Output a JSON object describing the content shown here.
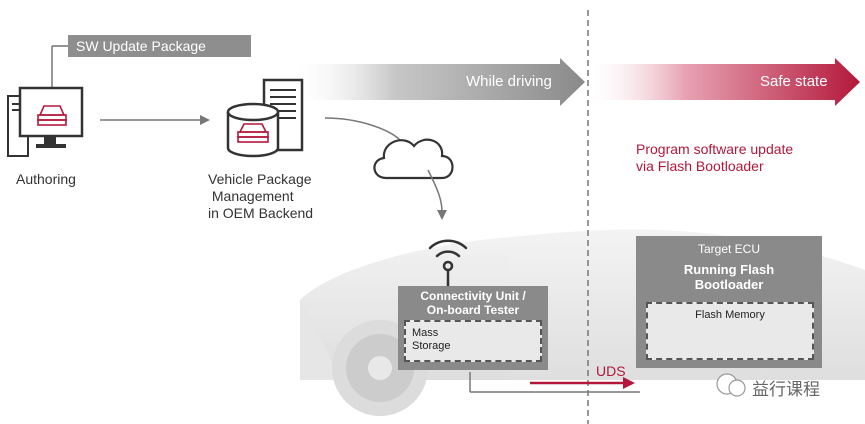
{
  "package_label": "SW Update Package",
  "authoring_label": "Authoring",
  "backend_label": "Vehicle Package\n Management\nin OEM Backend",
  "while_driving": "While driving",
  "safe_state": "Safe state",
  "program_text": "Program software update\nvia Flash Bootloader",
  "connectivity_title": "Connectivity Unit /\nOn-board Tester",
  "mass_storage": "Mass\nStorage",
  "target_ecu": "Target ECU",
  "running_flash": "Running Flash\nBootloader",
  "flash_memory": "Flash Memory",
  "uds_label": "UDS",
  "watermark": "益行课程",
  "colors": {
    "accent_red": "#b3183a",
    "banner_grey": "#8e8e8e",
    "box_grey": "#8a8a8a"
  }
}
